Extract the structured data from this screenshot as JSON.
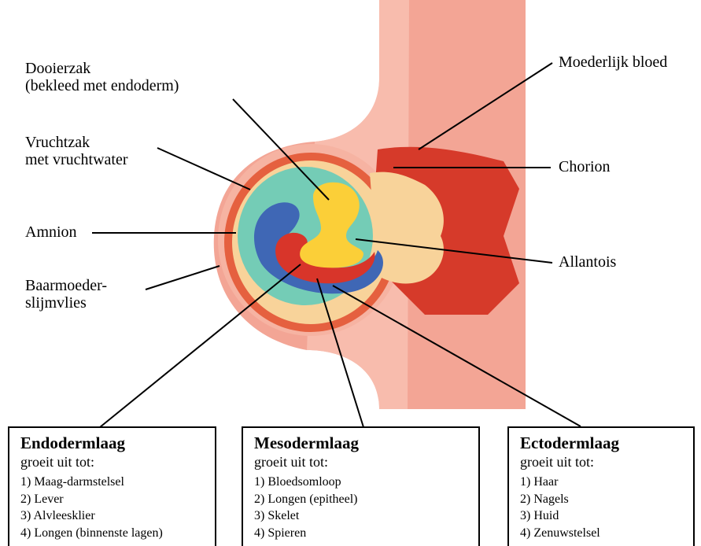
{
  "labels": {
    "dooierzak": [
      "Dooierzak",
      "(bekleed met endoderm)"
    ],
    "vruchtzak": [
      "Vruchtzak",
      "met vruchtwater"
    ],
    "amnion": [
      "Amnion"
    ],
    "baarmoeder": [
      "Baarmoeder-",
      "slijmvlies"
    ],
    "moederlijk_bloed": [
      "Moederlijk bloed"
    ],
    "chorion": [
      "Chorion"
    ],
    "allantois": [
      "Allantois"
    ]
  },
  "boxes": [
    {
      "title": "Endodermlaag",
      "subtitle": "groeit uit tot:",
      "items": [
        "1) Maag-darmstelsel",
        "2) Lever",
        "3) Alvleesklier",
        "4) Longen (binnenste lagen)"
      ]
    },
    {
      "title": "Mesodermlaag",
      "subtitle": "groeit uit tot:",
      "items": [
        "1) Bloedsomloop",
        "2) Longen (epitheel)",
        "3) Skelet",
        "4) Spieren"
      ]
    },
    {
      "title": "Ectodermlaag",
      "subtitle": "groeit uit tot:",
      "items": [
        "1) Haar",
        "2) Nagels",
        "3) Huid",
        "4) Zenuwstelsel"
      ]
    }
  ],
  "colors": {
    "uterus_wall": "#f3a595",
    "uterus_light": "#f9c6b8",
    "blood": "#d63a2a",
    "decidua": "#e5603f",
    "chorion": "#f8d39a",
    "amniotic_fluid": "#74ccb6",
    "ectoderm": "#3f67b5",
    "mesoderm": "#d8352a",
    "yolk_sac": "#fbcf38"
  }
}
